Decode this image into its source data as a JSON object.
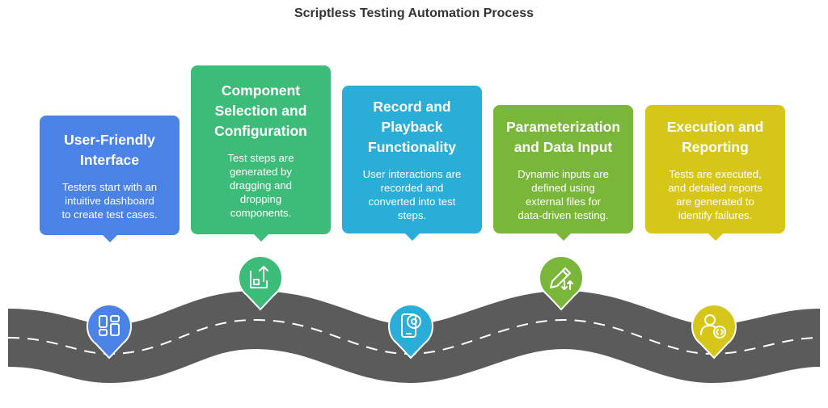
{
  "title": "Scriptless Testing Automation Process",
  "colors": {
    "step1": "#4a82e5",
    "step2": "#3cbc78",
    "step3": "#2aaed7",
    "step4": "#79b63a",
    "step5": "#d6c619",
    "road": "#5b5b5b",
    "road_markings": "#ffffff"
  },
  "steps": [
    {
      "title_lines": [
        "User-Friendly",
        "Interface"
      ],
      "desc_lines": [
        "Testers start with an",
        "intuitive dashboard",
        "to create test cases."
      ],
      "icon": "dashboard-layout-icon"
    },
    {
      "title_lines": [
        "Component",
        "Selection and",
        "Configuration"
      ],
      "desc_lines": [
        "Test steps are",
        "generated by",
        "dragging and",
        "dropping",
        "components."
      ],
      "icon": "drag-drop-icon"
    },
    {
      "title_lines": [
        "Record and",
        "Playback",
        "Functionality"
      ],
      "desc_lines": [
        "User interactions are",
        "recorded and",
        "converted into test",
        "steps."
      ],
      "icon": "mobile-record-icon"
    },
    {
      "title_lines": [
        "Parameterization",
        "and Data Input"
      ],
      "desc_lines": [
        "Dynamic inputs are",
        "defined using",
        "external files for",
        "data-driven testing."
      ],
      "icon": "edit-sort-icon"
    },
    {
      "title_lines": [
        "Execution and",
        "Reporting"
      ],
      "desc_lines": [
        "Tests are executed,",
        "and detailed reports",
        "are generated to",
        "identify failures."
      ],
      "icon": "user-code-icon"
    }
  ]
}
